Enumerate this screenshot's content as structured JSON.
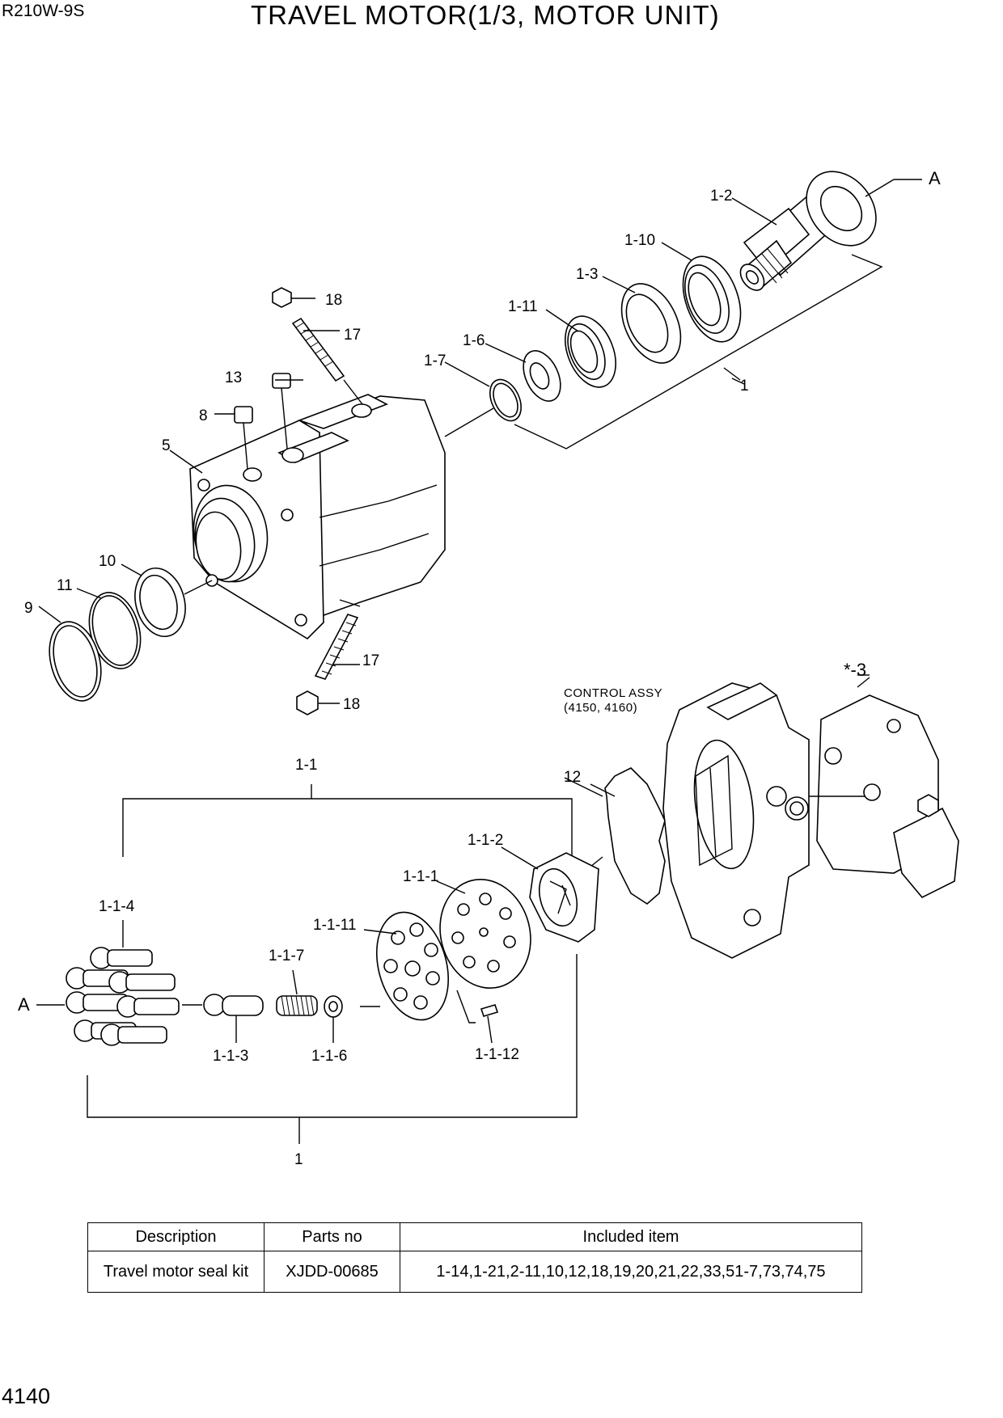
{
  "header": {
    "model": "R210W-9S",
    "title": "TRAVEL MOTOR(1/3, MOTOR UNIT)"
  },
  "labels": {
    "l_1_2": "1-2",
    "l_a_top": "A",
    "l_1_10": "1-10",
    "l_1_3": "1-3",
    "l_1_11": "1-11",
    "l_1_6_top": "1-6",
    "l_1_7": "1-7",
    "l_1_top": "1",
    "l_18_top": "18",
    "l_17_top": "17",
    "l_13": "13",
    "l_8": "8",
    "l_5": "5",
    "l_10": "10",
    "l_11": "11",
    "l_9": "9",
    "l_17_bot": "17",
    "l_18_bot": "18",
    "control_assy": "CONTROL ASSY",
    "control_refs": "(4150, 4160)",
    "l_star_3": "*-3",
    "l_12": "12",
    "l_1_1": "1-1",
    "l_1_1_2": "1-1-2",
    "l_1_1_1": "1-1-1",
    "l_1_1_11": "1-1-11",
    "l_1_1_4": "1-1-4",
    "l_1_1_7": "1-1-7",
    "l_a_left": "A",
    "l_1_1_3": "1-1-3",
    "l_1_1_6": "1-1-6",
    "l_1_1_12": "1-1-12",
    "l_1_bot": "1"
  },
  "kit_table": {
    "headers": [
      "Description",
      "Parts no",
      "Included item"
    ],
    "rows": [
      [
        "Travel motor seal kit",
        "XJDD-00685",
        "1-14,1-21,2-11,10,12,18,19,20,21,22,33,51-7,73,74,75"
      ]
    ]
  },
  "footer": {
    "page_number": "4140"
  }
}
